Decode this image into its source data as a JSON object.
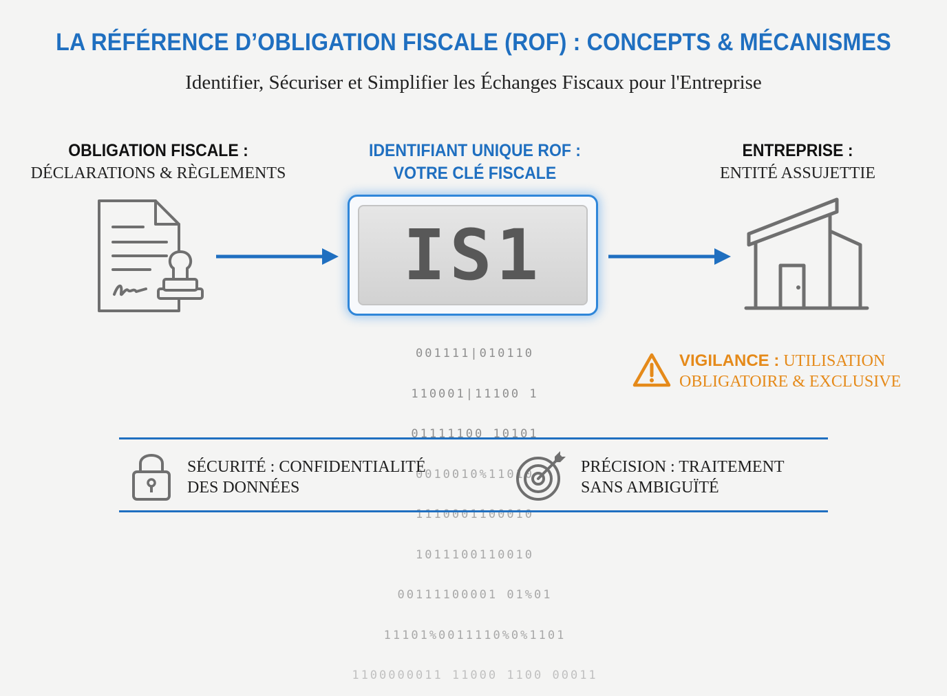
{
  "header": {
    "title": "LA RÉFÉRENCE D’OBLIGATION FISCALE (ROF) : CONCEPTS & MÉCANISMES",
    "subtitle": "Identifier, Sécuriser et Simplifier les Échanges Fiscaux pour l'Entreprise"
  },
  "left": {
    "heading": "OBLIGATION FISCALE :",
    "sub": "DÉCLARATIONS & RÈGLEMENTS",
    "icon": "document-stamp-icon"
  },
  "center": {
    "heading_line1": "IDENTIFIANT UNIQUE ROF :",
    "heading_line2": "VOTRE CLÉ FISCALE",
    "code": "IS1",
    "binary": [
      "001111|010110",
      "110001|11100 1",
      "01111100 10101",
      "0010010%11010",
      "1110001100010",
      "1011100110010",
      "00111100001 01%01",
      "11101%0011110%0%1101",
      "1100000011 11000 1100 00011"
    ]
  },
  "right": {
    "heading": "ENTREPRISE :",
    "sub": "ENTITÉ ASSUJETTIE",
    "icon": "building-icon"
  },
  "warning": {
    "keyword": "VIGILANCE :",
    "text1": "UTILISATION",
    "text2": "OBLIGATOIRE & EXCLUSIVE",
    "icon": "warning-icon"
  },
  "features": [
    {
      "line1": "SÉCURITÉ : CONFIDENTIALITÉ",
      "line2": "DES DONNÉES",
      "icon": "padlock-icon"
    },
    {
      "line1": "PRÉCISION : TRAITEMENT",
      "line2": "SANS AMBIGUÏTÉ",
      "icon": "target-icon"
    }
  ],
  "colors": {
    "accent_blue": "#1f6fc0",
    "warning_orange": "#e58a1a",
    "icon_gray": "#6f6f6f"
  }
}
